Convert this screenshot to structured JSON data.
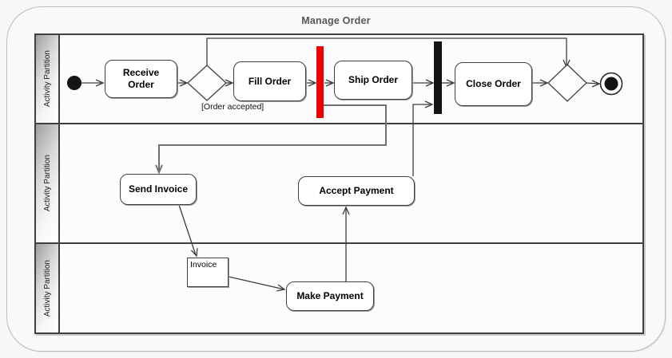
{
  "diagram": {
    "title": "Manage Order",
    "type_note": "UML activity diagram with swimlanes",
    "colors": {
      "fork_bar": "#f20000",
      "join_bar": "#141414",
      "edge": "#3c3c3c",
      "fork_branch_edge": "#707070",
      "lane_border": "#3f3f3f",
      "frame_border": "#bdbdbd",
      "title_text": "#575757"
    }
  },
  "partitions": [
    {
      "label": "Activity Partition"
    },
    {
      "label": "Activity Partition"
    },
    {
      "label": "Activity Partition"
    }
  ],
  "nodes": {
    "receive_order": {
      "label": "Receive Order"
    },
    "fill_order": {
      "label": "Fill Order"
    },
    "ship_order": {
      "label": "Ship Order"
    },
    "close_order": {
      "label": "Close Order"
    },
    "send_invoice": {
      "label": "Send Invoice"
    },
    "accept_payment": {
      "label": "Accept Payment"
    },
    "make_payment": {
      "label": "Make Payment"
    },
    "invoice_object": {
      "label": "Invoice"
    }
  },
  "edges": {
    "guard_label": "[Order accepted]"
  }
}
